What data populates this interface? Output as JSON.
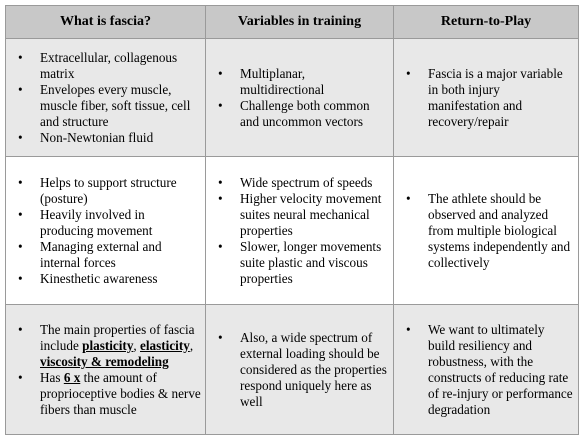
{
  "headers": [
    "What is fascia?",
    "Variables in training",
    "Return-to-Play"
  ],
  "bullet_glyph": "•",
  "rows": [
    {
      "col1": [
        "Extracellular, collagenous matrix",
        "Envelopes every muscle, muscle fiber, soft tissue, cell and structure",
        "Non-Newtonian fluid"
      ],
      "col2": [
        "Multiplanar, multidirectional",
        "Challenge both common and uncommon vectors"
      ],
      "col3": [
        "Fascia is a major variable in both injury manifestation and recovery/repair"
      ]
    },
    {
      "col1": [
        "Helps to support structure (posture)",
        "Heavily involved in producing movement",
        "Managing external and internal forces",
        "Kinesthetic awareness"
      ],
      "col2": [
        "Wide spectrum of speeds",
        "Higher velocity movement suites neural mechanical properties",
        "Slower, longer movements suite plastic and viscous properties"
      ],
      "col3": [
        "The athlete should be observed and analyzed from multiple biological systems independently and collectively"
      ]
    },
    {
      "col1_rich": {
        "b1_prefix": "The main properties of fascia include ",
        "b1_plasticity": "plasticity",
        "b1_sep1": ", ",
        "b1_elasticity": "elasticity",
        "b1_sep2": ", ",
        "b1_viscosity": "viscosity & remodeling",
        "b2_prefix": "Has ",
        "b2_emph": "6 x",
        "b2_suffix": " the amount of proprioceptive bodies & nerve fibers than muscle"
      },
      "col2": [
        "Also, a wide spectrum of external loading should be considered as the properties respond uniquely here as well"
      ],
      "col3": [
        "We want to ultimately build resiliency and robustness, with the constructs of reducing rate of re-injury or performance degradation"
      ]
    }
  ]
}
